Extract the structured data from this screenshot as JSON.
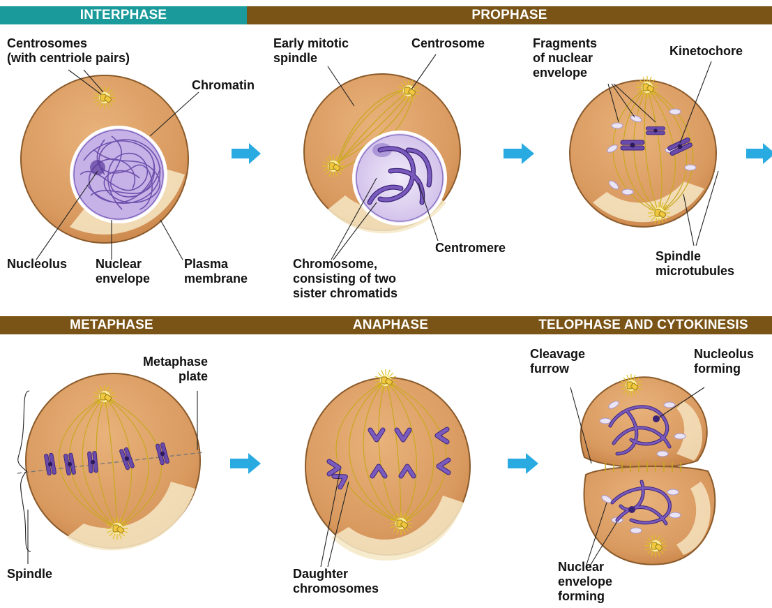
{
  "colors": {
    "interphase_band": "#1a9a9b",
    "phase_band": "#7a5416",
    "arrow": "#29abe2",
    "cell_fill": "#d99a60",
    "cytoplasm_light": "#f6e7c6",
    "chromosome": "#6a4bab",
    "spindle": "#c9a820",
    "nucleus_fill": "#e2d6f2"
  },
  "bands": {
    "interphase": "INTERPHASE",
    "prophase": "PROPHASE",
    "metaphase": "METAPHASE",
    "anaphase": "ANAPHASE",
    "telophase": "TELOPHASE AND CYTOKINESIS"
  },
  "labels": {
    "centrosomes": "Centrosomes\n(with centriole pairs)",
    "chromatin": "Chromatin",
    "nucleolus": "Nucleolus",
    "nuclear_envelope": "Nuclear\nenvelope",
    "plasma_membrane": "Plasma\nmembrane",
    "early_mitotic_spindle": "Early mitotic\nspindle",
    "centrosome": "Centrosome",
    "centromere": "Centromere",
    "chromosome": "Chromosome,\nconsisting of two\nsister chromatids",
    "fragments": "Fragments\nof nuclear\nenvelope",
    "kinetochore": "Kinetochore",
    "spindle_microtubules": "Spindle\nmicrotubules",
    "metaphase_plate": "Metaphase\nplate",
    "spindle": "Spindle",
    "daughter_chromosomes": "Daughter\nchromosomes",
    "cleavage_furrow": "Cleavage\nfurrow",
    "nucleolus_forming": "Nucleolus\nforming",
    "nuclear_envelope_forming": "Nuclear\nenvelope\nforming"
  }
}
